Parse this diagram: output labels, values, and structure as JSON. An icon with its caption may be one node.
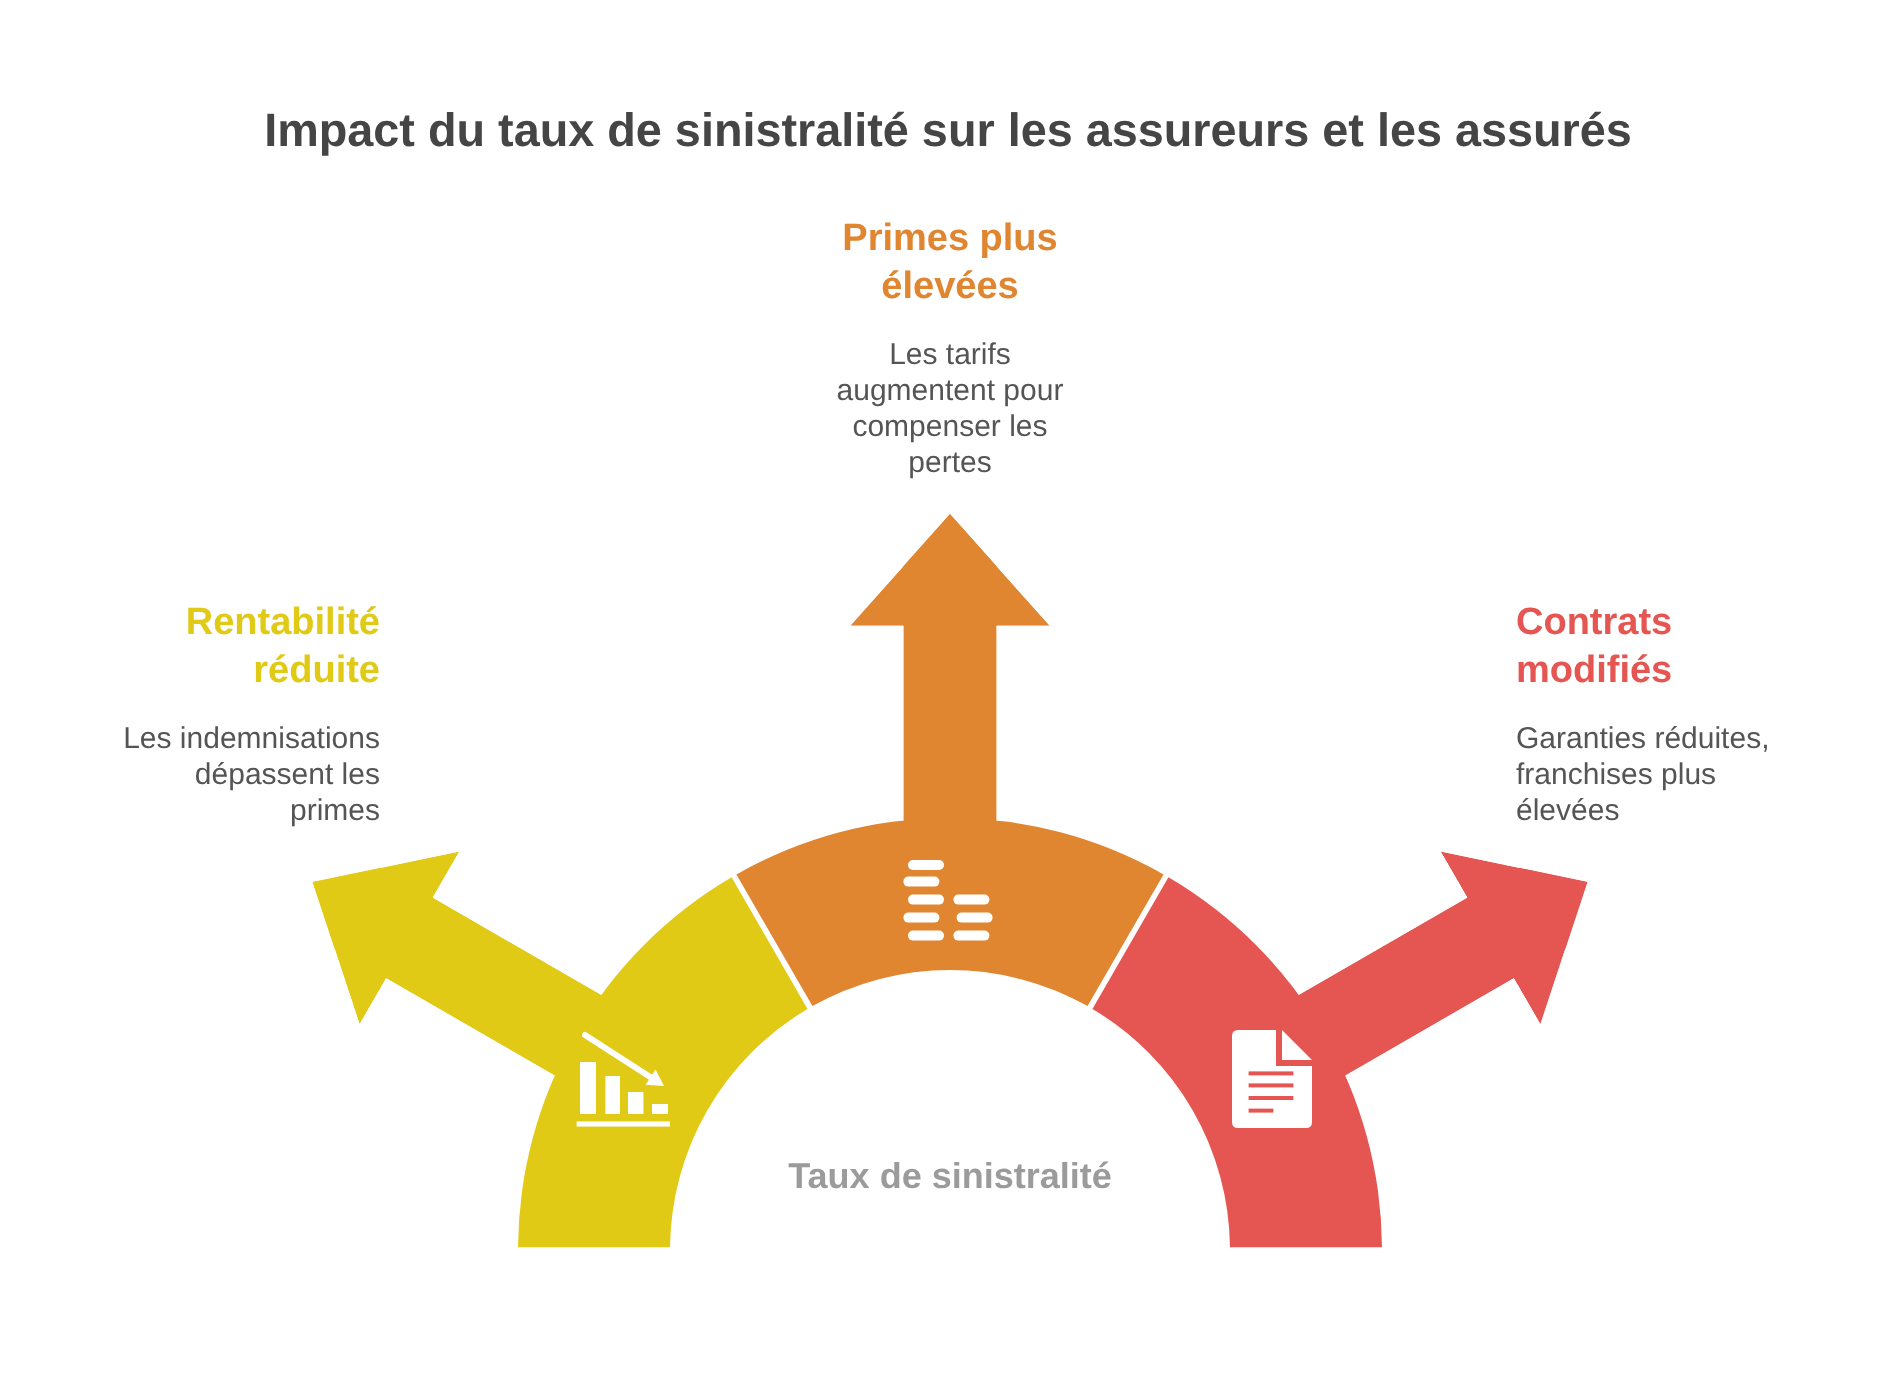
{
  "diagram": {
    "title": "Impact du taux de sinistralité sur les assureurs et les assurés",
    "nodes": [
      {
        "text": [
          "Primes plus élevées",
          "Les tarifs augmentent pour compenser les pertes"
        ]
      },
      {
        "text": [
          "Rentabilité réduite",
          "Les indemnisations dépassent les primes"
        ]
      },
      {
        "text": [
          "Contrats modifiés",
          "Garanties réduites, franchises plus élevées"
        ]
      },
      {
        "text": [],
        "shape": "arc"
      },
      {
        "text": [],
        "shape": "arc"
      },
      {
        "text": [],
        "shape": "arc"
      }
    ],
    "edges": [
      {
        "from": 3,
        "to": 1,
        "arrow": "to",
        "color": "#e0ca16"
      },
      {
        "from": 4,
        "to": 0,
        "arrow": "to",
        "color": "#e08530"
      },
      {
        "from": 5,
        "to": 2,
        "arrow": "to",
        "color": "#e55551"
      }
    ],
    "labels": [
      "Taux de sinistralité"
    ]
  }
}
